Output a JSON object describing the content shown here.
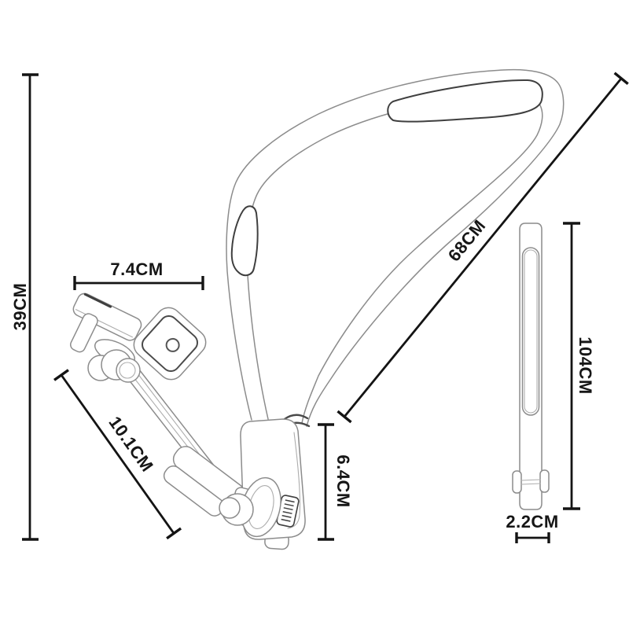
{
  "diagram": {
    "kind": "product-dimension-diagram",
    "colors": {
      "background": "#ffffff",
      "dimension_line": "#141414",
      "product_outline": "#8c8c8c",
      "product_accent": "#3f3f3f"
    },
    "dimensions": {
      "overall_height": {
        "label": "39CM"
      },
      "mount_width": {
        "label": "7.4CM"
      },
      "arm_length": {
        "label": "10.1CM"
      },
      "band_length": {
        "label": "68CM"
      },
      "housing_height": {
        "label": "6.4CM"
      },
      "strap_length": {
        "label": "104CM"
      },
      "strap_width": {
        "label": "2.2CM"
      }
    }
  }
}
